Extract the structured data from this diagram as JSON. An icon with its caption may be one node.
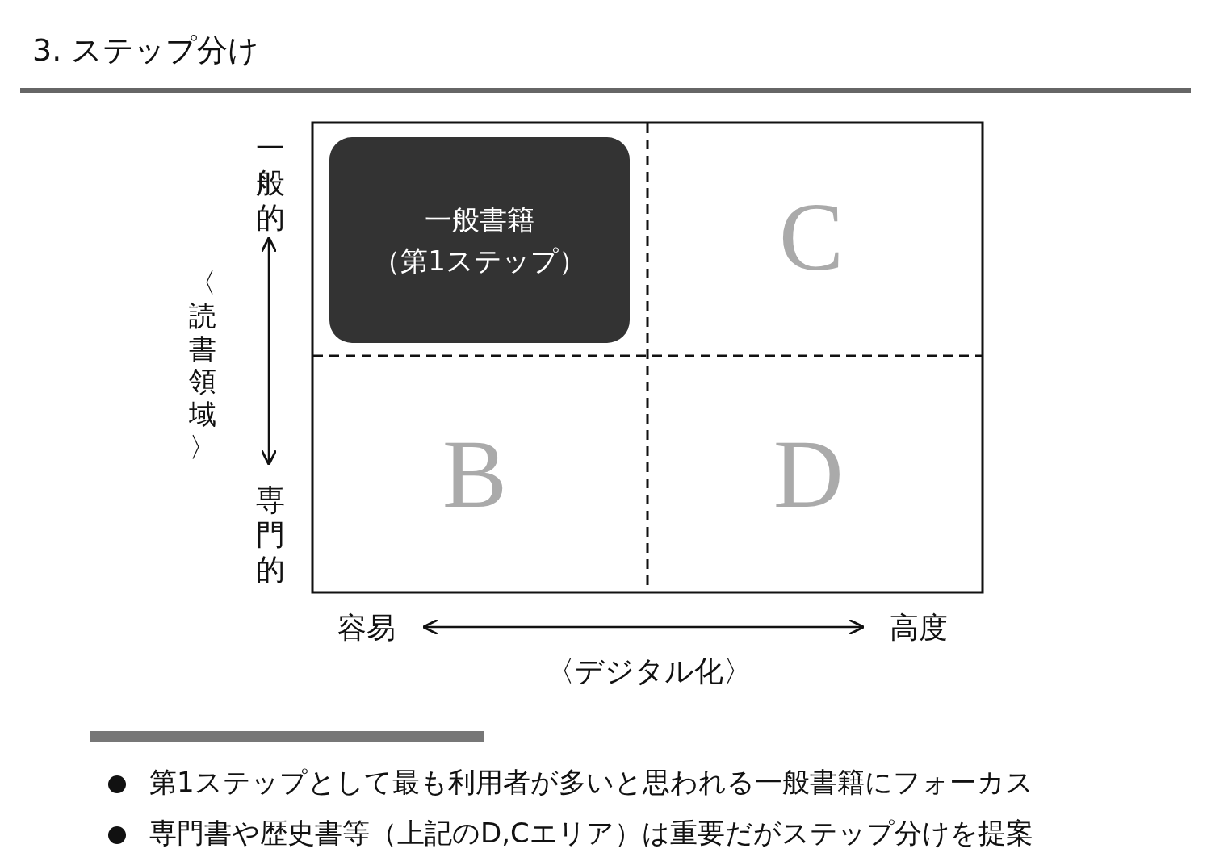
{
  "diagram": {
    "title": "3. ステップ分け",
    "nodes": [
      {
        "text": [
          "一般書籍（第1ステップ）"
        ]
      }
    ],
    "labels": [
      "一般的",
      "〈読書領域〉",
      "C",
      "B",
      "D",
      "専門的",
      "容易",
      "高度",
      "〈デジタル化〉",
      "第1ステップとして最も利用者が多いと思われる一般書籍にフォーカス",
      "専門書や歴史書等（上記のD,Cエリア）は重要だがステップ分けを提案"
    ]
  }
}
